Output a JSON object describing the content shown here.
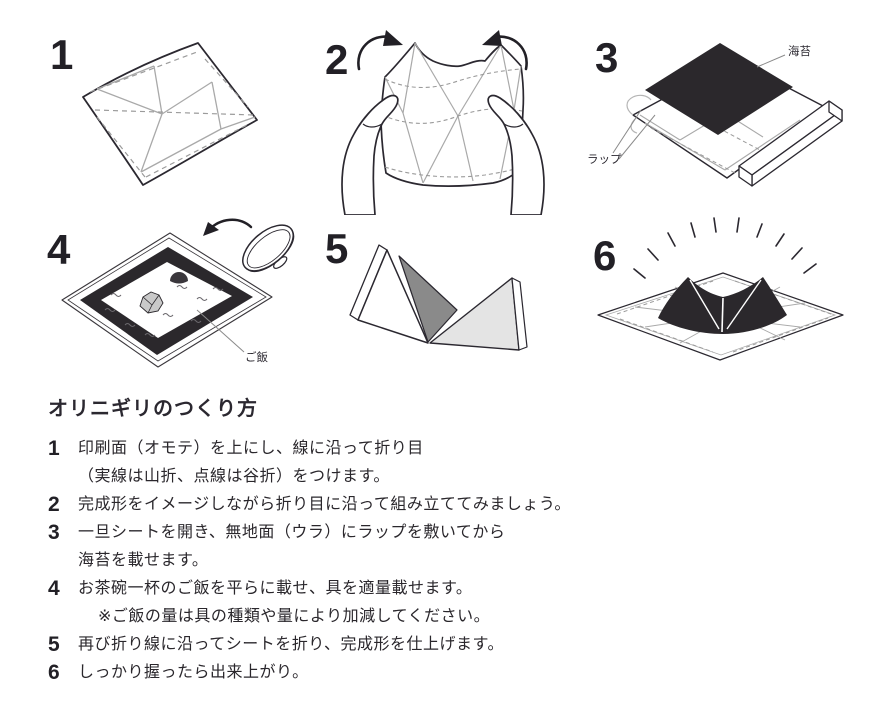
{
  "title": "オリニギリのつくり方",
  "figures": {
    "step1": {
      "number": "1"
    },
    "step2": {
      "number": "2"
    },
    "step3": {
      "number": "3",
      "nori_label": "海苔",
      "wrap_label": "ラップ"
    },
    "step4": {
      "number": "4",
      "rice_label": "ご飯"
    },
    "step5": {
      "number": "5"
    },
    "step6": {
      "number": "6"
    }
  },
  "instructions": {
    "items": [
      {
        "number": "1",
        "lines": [
          "印刷面（オモテ）を上にし、線に沿って折り目",
          "（実線は山折、点線は谷折）をつけます。"
        ]
      },
      {
        "number": "2",
        "lines": [
          "完成形をイメージしながら折り目に沿って組み立ててみましょう。"
        ]
      },
      {
        "number": "3",
        "lines": [
          "一旦シートを開き、無地面（ウラ）にラップを敷いてから",
          "海苔を載せます。"
        ]
      },
      {
        "number": "4",
        "lines": [
          "お茶碗一杯のご飯を平らに載せ、具を適量載せます。",
          "※ご飯の量は具の種類や量により加減してください。"
        ]
      },
      {
        "number": "5",
        "lines": [
          "再び折り線に沿ってシートを折り、完成形を仕上げます。"
        ]
      },
      {
        "number": "6",
        "lines": [
          "しっかり握ったら出来上がり。"
        ]
      }
    ]
  },
  "colors": {
    "ink": "#2b2830",
    "fold_line_gray": "#a9a9a9",
    "dashed_gray": "#9b9b9b",
    "nori_black": "#2b282c",
    "dark_gray_panel": "#8a8a8a",
    "light_gray_panel": "#e4e4e4"
  }
}
